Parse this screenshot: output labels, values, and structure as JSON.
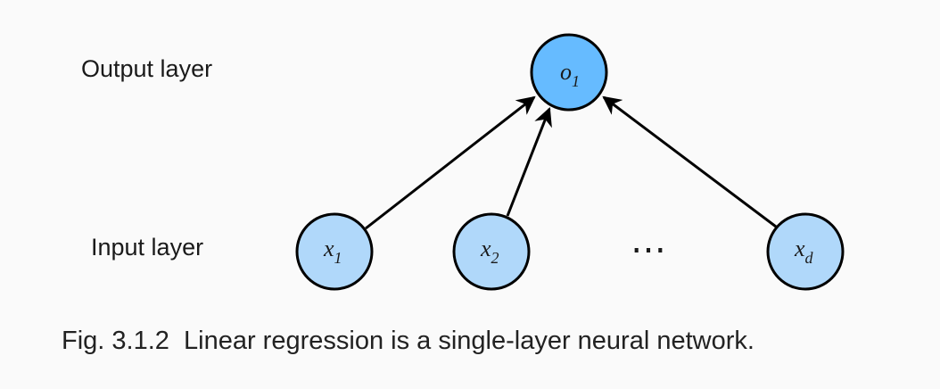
{
  "labels": {
    "output_layer": "Output layer",
    "input_layer": "Input layer"
  },
  "nodes": {
    "output": {
      "base": "o",
      "sub": "1"
    },
    "inputs": [
      {
        "base": "x",
        "sub": "1"
      },
      {
        "base": "x",
        "sub": "2"
      },
      {
        "base": "x",
        "sub": "d"
      }
    ],
    "ellipsis": "⋯"
  },
  "caption": "Fig. 3.1.2  Linear regression is a single-layer neural network.",
  "colors": {
    "output_node_fill": "#66bbff",
    "input_node_fill": "#b0d8fa",
    "node_stroke": "#000000",
    "edge": "#000000",
    "background": "#fafafa"
  }
}
